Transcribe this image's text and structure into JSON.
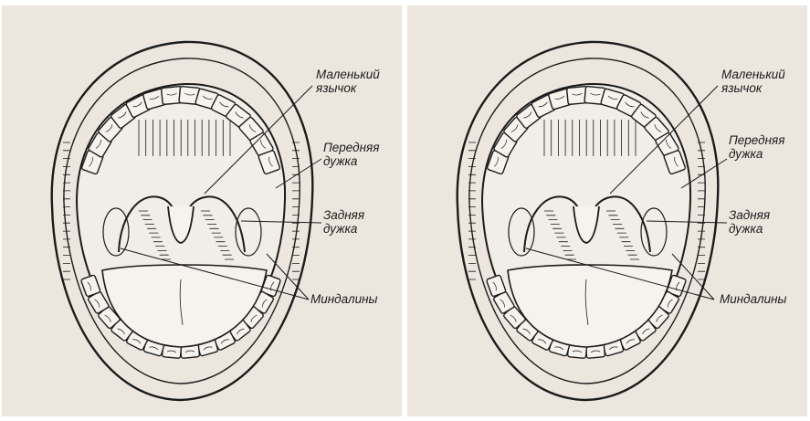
{
  "colors": {
    "background": "#ece6df",
    "ink": "#1b1b1b",
    "tooth_fill": "#f6f3ee"
  },
  "panels": [
    {
      "labels": {
        "uvula": [
          "Маленький",
          "язычок"
        ],
        "anterior_arch": [
          "Передняя",
          "дужка"
        ],
        "posterior_arch": [
          "Задняя",
          "дужка"
        ],
        "tonsils": "Миндалины"
      }
    },
    {
      "labels": {
        "uvula": [
          "Маленький",
          "язычок"
        ],
        "anterior_arch": [
          "Передняя",
          "дужка"
        ],
        "posterior_arch": [
          "Задняя",
          "дужка"
        ],
        "tonsils": "Миндалины"
      }
    }
  ]
}
